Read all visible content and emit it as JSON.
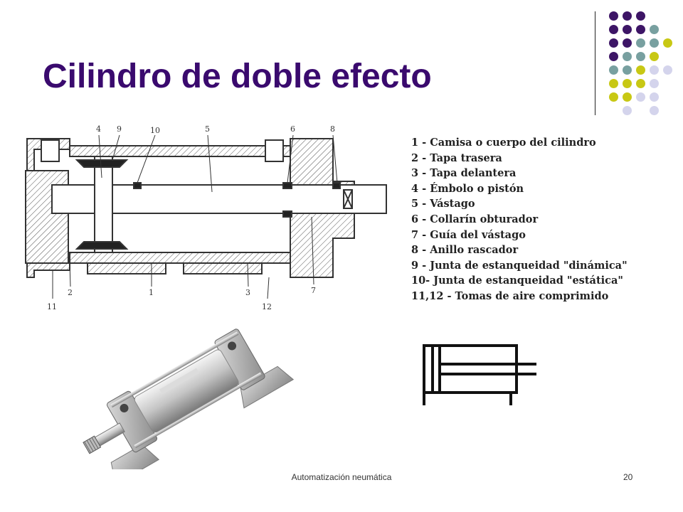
{
  "slide": {
    "title": "Cilindro de doble efecto",
    "footer": "Automatización neumática",
    "page_number": "20"
  },
  "diagram": {
    "callouts": [
      "4",
      "9",
      "10",
      "5",
      "6",
      "8",
      "11",
      "2",
      "1",
      "3",
      "12",
      "7"
    ]
  },
  "legend": [
    "1  - Camisa o cuerpo del cilindro",
    "2  - Tapa trasera",
    "3  - Tapa delantera",
    "4  - Émbolo o pistón",
    "5  - Vástago",
    "6  - Collarín obturador",
    "7  - Guía del vástago",
    "8  - Anillo rascador",
    "9  - Junta de estanqueidad \"dinámica\"",
    "10- Junta de estanqueidad \"estática\"",
    "11,12 - Tomas de aire comprimido"
  ],
  "colors": {
    "title": "#3a0a6e",
    "dot_purple": "#3d1566",
    "dot_teal": "#78a0a0",
    "dot_olive": "#c8c814",
    "dot_lavender": "#d4d4ec"
  }
}
